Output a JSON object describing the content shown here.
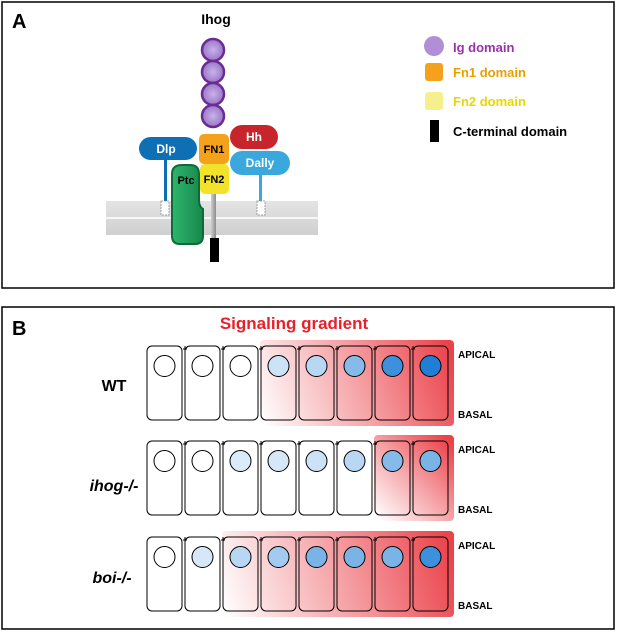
{
  "panel_a": {
    "letter": "A",
    "title": "Ihog",
    "labels": {
      "fn1": "FN1",
      "fn2": "FN2",
      "ptc": "Ptc",
      "dlp": "Dlp",
      "hh": "Hh",
      "dally": "Dally"
    },
    "legend": [
      {
        "label": "Ig domain",
        "color": "#9b2fae",
        "swatch": "circle"
      },
      {
        "label": "Fn1 domain",
        "color": "#e8a000",
        "swatch": "square-orange"
      },
      {
        "label": "Fn2 domain",
        "color": "#e6d800",
        "swatch": "square-yellow"
      },
      {
        "label": "C-terminal domain",
        "color": "#000000",
        "swatch": "bar"
      }
    ]
  },
  "panel_b": {
    "letter": "B",
    "title": "Signaling gradient",
    "apical": "APICAL",
    "basal": "BASAL",
    "rows": [
      {
        "label": "WT",
        "italic": false,
        "nucleus_levels": [
          0,
          0,
          0,
          0.15,
          0.25,
          0.5,
          0.85,
          1.0
        ],
        "gradient_start_cell": 3
      },
      {
        "label": "ihog-/-",
        "italic": true,
        "nucleus_levels": [
          0,
          0,
          0.08,
          0.1,
          0.15,
          0.25,
          0.5,
          0.55
        ],
        "gradient_start_cell": 6
      },
      {
        "label": "boi-/-",
        "italic": true,
        "nucleus_levels": [
          0,
          0.1,
          0.25,
          0.35,
          0.55,
          0.55,
          0.55,
          0.85
        ],
        "gradient_start_cell": 2
      }
    ]
  },
  "colors": {
    "ig_fill": "#b08fd6",
    "ig_stroke": "#6a2c91",
    "fn1": "#f4a21c",
    "fn2": "#f2e32a",
    "ptc_fill": "#1e9b5a",
    "ptc_stroke": "#0d6b3b",
    "dlp": "#0f6fb5",
    "hh": "#c8242b",
    "dally": "#3aa8dc",
    "membrane": "#d9d9d9",
    "gradient_red": "#e8202a",
    "title_red": "#e8202a"
  }
}
